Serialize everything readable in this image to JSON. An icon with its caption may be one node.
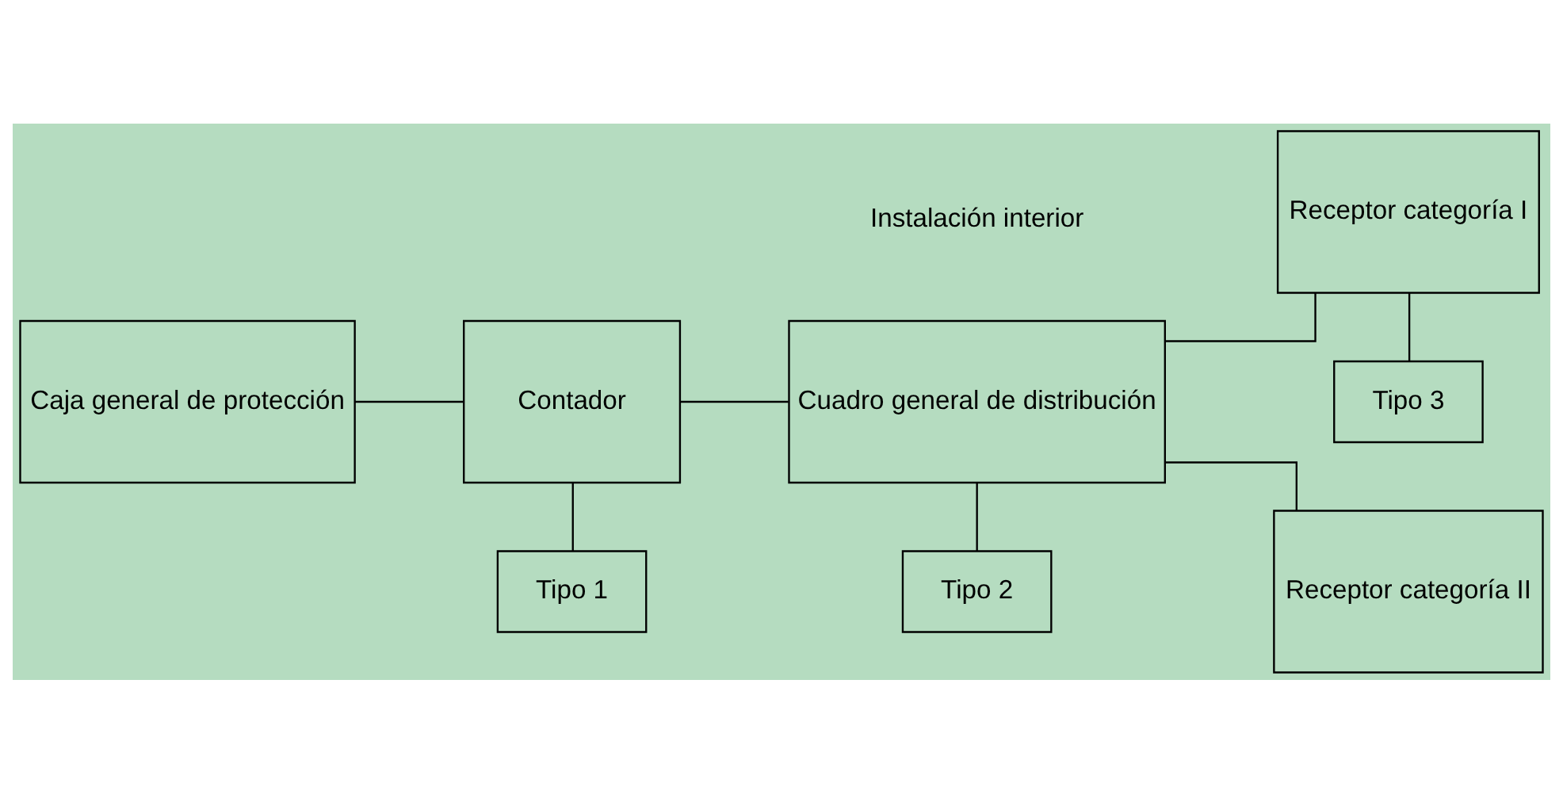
{
  "diagram": {
    "nodes": [
      {
        "text": [
          "Caja general de protección"
        ]
      },
      {
        "text": [
          "Contador"
        ]
      },
      {
        "text": [
          "Tipo 1"
        ]
      },
      {
        "text": [
          "Cuadro general de distribución"
        ]
      },
      {
        "text": [
          "Tipo 2"
        ]
      },
      {
        "text": [
          "Receptor categoría I"
        ]
      },
      {
        "text": [
          "Tipo 3"
        ]
      },
      {
        "text": [
          "Receptor categoría II"
        ]
      }
    ],
    "edges": [
      {
        "from": 0,
        "to": 1,
        "arrow": "none"
      },
      {
        "from": 1,
        "to": 2,
        "arrow": "none"
      },
      {
        "from": 1,
        "to": 3,
        "arrow": "none"
      },
      {
        "from": 3,
        "to": 4,
        "arrow": "none"
      },
      {
        "from": 3,
        "to": 5,
        "arrow": "none"
      },
      {
        "from": 5,
        "to": 6,
        "arrow": "none"
      },
      {
        "from": 3,
        "to": 7,
        "arrow": "none"
      }
    ],
    "labels": [
      "Instalación interior"
    ]
  }
}
